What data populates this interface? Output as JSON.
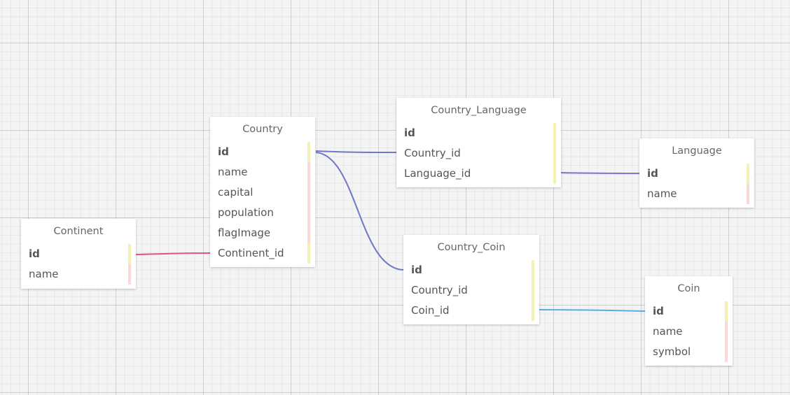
{
  "colors": {
    "key_bar": "#f3f1b4",
    "attr_bar": "#fad8d8",
    "link_country_clang": "#6e78c4",
    "link_country_ccoin": "#6e78c4",
    "link_clang_language": "#8c6fd1",
    "link_ccoin_coin": "#5aaee8",
    "link_continent_country": "#e0557d"
  },
  "tables": {
    "continent": {
      "title": "Continent",
      "fields": [
        {
          "name": "id",
          "pk": true,
          "bar": "key"
        },
        {
          "name": "name",
          "pk": false,
          "bar": "attr"
        }
      ]
    },
    "country": {
      "title": "Country",
      "fields": [
        {
          "name": "id",
          "pk": true,
          "bar": "key"
        },
        {
          "name": "name",
          "pk": false,
          "bar": "attr"
        },
        {
          "name": "capital",
          "pk": false,
          "bar": "attr"
        },
        {
          "name": "population",
          "pk": false,
          "bar": "attr"
        },
        {
          "name": "flagImage",
          "pk": false,
          "bar": "attr"
        },
        {
          "name": "Continent_id",
          "pk": false,
          "bar": "key"
        }
      ]
    },
    "country_language": {
      "title": "Country_Language",
      "fields": [
        {
          "name": "id",
          "pk": true,
          "bar": "key"
        },
        {
          "name": "Country_id",
          "pk": false,
          "bar": "key"
        },
        {
          "name": "Language_id",
          "pk": false,
          "bar": "key"
        }
      ]
    },
    "language": {
      "title": "Language",
      "fields": [
        {
          "name": "id",
          "pk": true,
          "bar": "key"
        },
        {
          "name": "name",
          "pk": false,
          "bar": "attr"
        }
      ]
    },
    "country_coin": {
      "title": "Country_Coin",
      "fields": [
        {
          "name": "id",
          "pk": true,
          "bar": "key"
        },
        {
          "name": "Country_id",
          "pk": false,
          "bar": "key"
        },
        {
          "name": "Coin_id",
          "pk": false,
          "bar": "key"
        }
      ]
    },
    "coin": {
      "title": "Coin",
      "fields": [
        {
          "name": "id",
          "pk": true,
          "bar": "key"
        },
        {
          "name": "name",
          "pk": false,
          "bar": "attr"
        },
        {
          "name": "symbol",
          "pk": false,
          "bar": "attr"
        }
      ]
    }
  }
}
